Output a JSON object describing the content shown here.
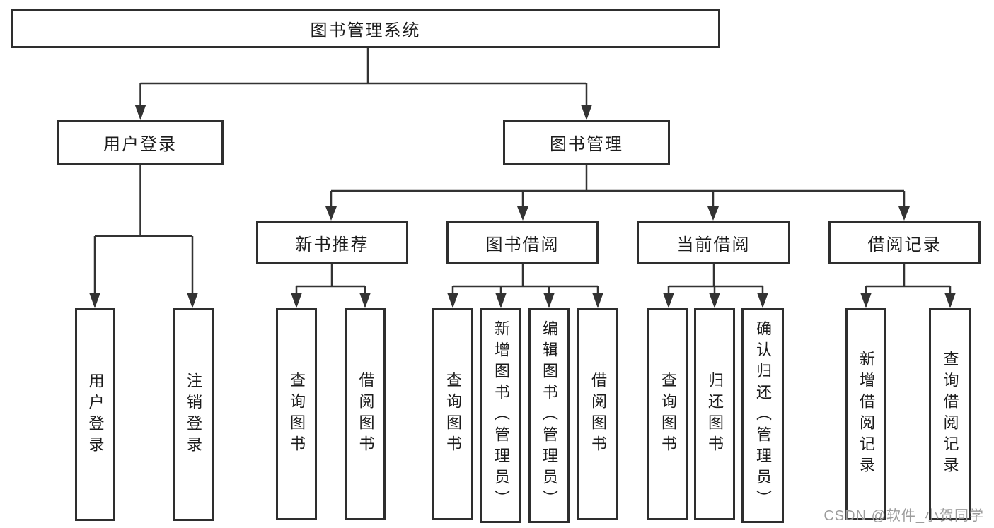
{
  "tree": {
    "label": "图书管理系统",
    "children": [
      {
        "label": "用户登录",
        "children": [
          {
            "label": "用户登录"
          },
          {
            "label": "注销登录"
          }
        ]
      },
      {
        "label": "图书管理",
        "children": [
          {
            "label": "新书推荐",
            "children": [
              {
                "label": "查询图书"
              },
              {
                "label": "借阅图书"
              }
            ]
          },
          {
            "label": "图书借阅",
            "children": [
              {
                "label": "查询图书"
              },
              {
                "label": "新增图书（管理员）"
              },
              {
                "label": "编辑图书（管理员）"
              },
              {
                "label": "借阅图书"
              }
            ]
          },
          {
            "label": "当前借阅",
            "children": [
              {
                "label": "查询图书"
              },
              {
                "label": "归还图书"
              },
              {
                "label": "确认归还（管理员）"
              }
            ]
          },
          {
            "label": "借阅记录",
            "children": [
              {
                "label": "新增借阅记录"
              },
              {
                "label": "查询借阅记录"
              }
            ]
          }
        ]
      }
    ]
  },
  "watermark": {
    "text": "CSDN @软件_小贺同学"
  },
  "colors": {
    "background": "#ffffff",
    "line": "#333333",
    "box_border": "#2e2e2e",
    "text": "#1c1c1c",
    "watermark": "#9c9c9c"
  }
}
